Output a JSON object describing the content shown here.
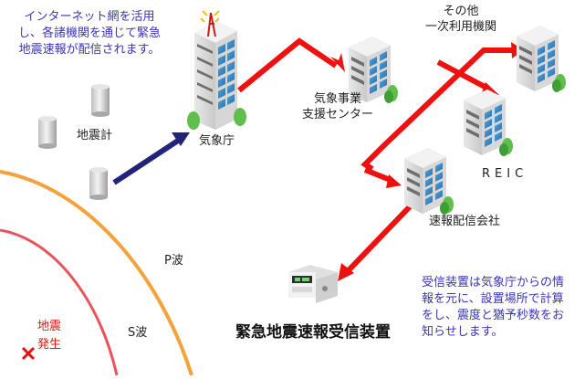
{
  "notes": {
    "top_left": [
      "インターネット網を活用",
      "し、各諸機関を通じて緊急",
      "地震速報が配信されます。"
    ],
    "bottom_right": [
      "受信装置は気象庁からの情",
      "報を元に、設置場所で計算",
      "をし、震度と猶予秒数をお",
      "知らせします。"
    ]
  },
  "labels": {
    "seismometer": "地震計",
    "jma": "気象庁",
    "support_center": [
      "気象事業",
      "支援センター"
    ],
    "other_users": [
      "その他",
      "一次利用機関"
    ],
    "reic": "REIC",
    "distribution_company": "速報配信会社",
    "receiver": "緊急地震速報受信装置",
    "p_wave": "P波",
    "s_wave": "S波",
    "epicenter": [
      "地震",
      "発生"
    ]
  },
  "colors": {
    "blue_text": "#3b35b4",
    "red_arrow": "#f01010",
    "navy_arrow": "#23237a",
    "p_wave_arc": "#f4a33c",
    "s_wave_arc": "#e9545a",
    "epicenter_mark": "#e0140f"
  },
  "icons": [
    "seismometer-icon",
    "building-icon",
    "radio-antenna-icon",
    "receiver-device-icon",
    "epicenter-x-icon"
  ]
}
